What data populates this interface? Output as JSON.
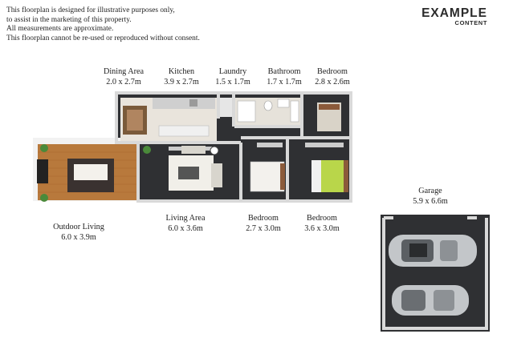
{
  "disclaimer": {
    "line1": "This floorplan is designed for illustrative purposes only,",
    "line2": "to assist in the marketing of this property.",
    "line3": "All measurements are approximate.",
    "line4": "This floorplan cannot be re-used or reproduced without consent."
  },
  "logo": {
    "main": "EXAMPLE",
    "sub": "CONTENT"
  },
  "rooms": {
    "dining": {
      "name": "Dining Area",
      "size": "2.0 x 2.7m"
    },
    "kitchen": {
      "name": "Kitchen",
      "size": "3.9 x 2.7m"
    },
    "laundry": {
      "name": "Laundry",
      "size": "1.5 x 1.7m"
    },
    "bathroom": {
      "name": "Bathroom",
      "size": "1.7 x 1.7m"
    },
    "bedroom1": {
      "name": "Bedroom",
      "size": "2.8 x 2.6m"
    },
    "outdoor": {
      "name": "Outdoor Living",
      "size": "6.0 x 3.9m"
    },
    "living": {
      "name": "Living Area",
      "size": "6.0 x 3.6m"
    },
    "bedroom2": {
      "name": "Bedroom",
      "size": "2.7 x 3.0m"
    },
    "bedroom3": {
      "name": "Bedroom",
      "size": "3.6 x 3.0m"
    },
    "garage": {
      "name": "Garage",
      "size": "5.9 x 6.6m"
    }
  },
  "colors": {
    "floor": "#2f3033",
    "wall": "#d9d9d9",
    "deck": "#b8793c",
    "tile": "#e9e4dc",
    "bedding": "#b9d64a"
  }
}
